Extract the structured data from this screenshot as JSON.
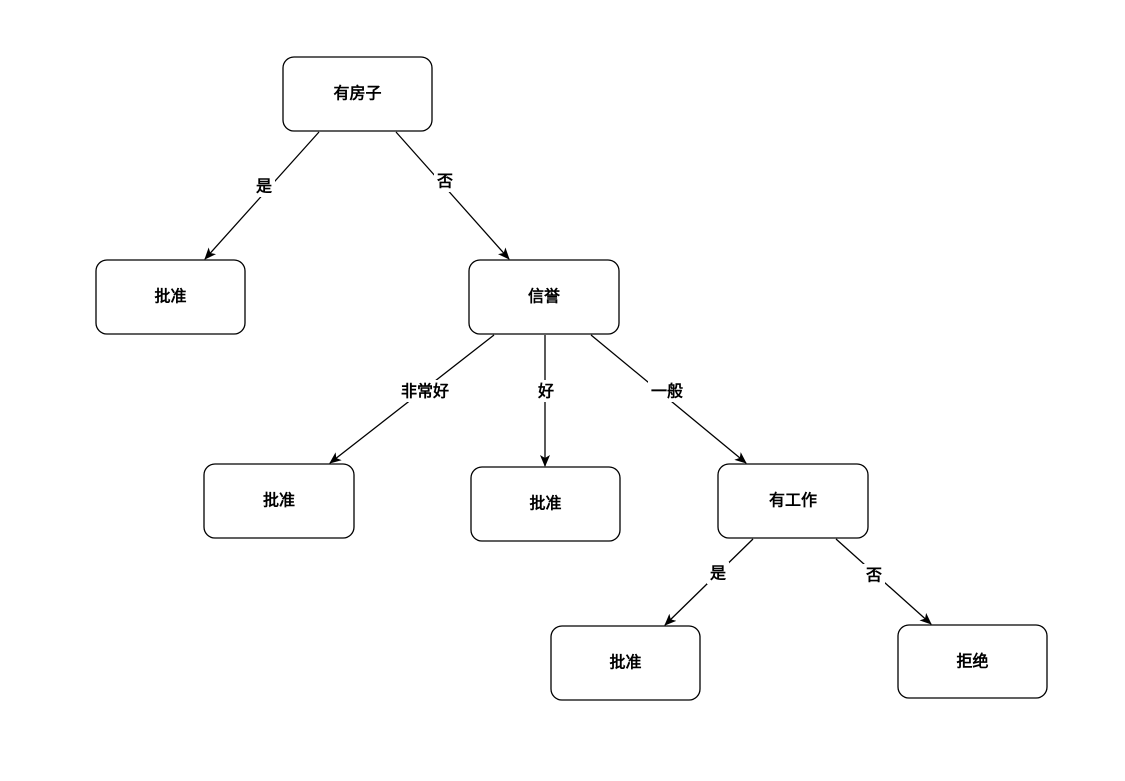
{
  "nodes": [
    {
      "id": "root",
      "label": "有房子"
    },
    {
      "id": "approve-1",
      "label": "批准"
    },
    {
      "id": "credit",
      "label": "信誉"
    },
    {
      "id": "approve-2",
      "label": "批准"
    },
    {
      "id": "approve-3",
      "label": "批准"
    },
    {
      "id": "has-job",
      "label": "有工作"
    },
    {
      "id": "approve-4",
      "label": "批准"
    },
    {
      "id": "reject",
      "label": "拒绝"
    }
  ],
  "edges": [
    {
      "from": "root",
      "to": "approve-1",
      "label": "是"
    },
    {
      "from": "root",
      "to": "credit",
      "label": "否"
    },
    {
      "from": "credit",
      "to": "approve-2",
      "label": "非常好"
    },
    {
      "from": "credit",
      "to": "approve-3",
      "label": "好"
    },
    {
      "from": "credit",
      "to": "has-job",
      "label": "一般"
    },
    {
      "from": "has-job",
      "to": "approve-4",
      "label": "是"
    },
    {
      "from": "has-job",
      "to": "reject",
      "label": "否"
    }
  ]
}
